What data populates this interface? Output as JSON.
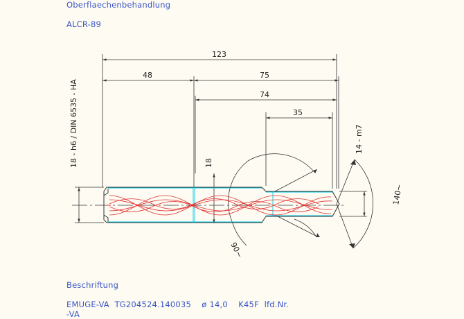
{
  "header": {
    "title": "Oberflaechenbehandlung",
    "coating": "ALCR-89"
  },
  "dimensions": {
    "overall_length": "123",
    "shank_length": "48",
    "flute_length": "75",
    "flute_length_2": "74",
    "tip_length": "35",
    "shank_diameter_tol": "18 - h6 / DIN 6535 - HA",
    "neck_diameter": "18",
    "cutting_diameter_tol": "14 - m7",
    "helix_angle": "90~",
    "point_angle": "140~"
  },
  "footer": {
    "label": "Beschriftung",
    "line1": "EMUGE-VA  TG204524.140035    ø 14,0    K45F  lfd.Nr.",
    "line2": "-VA"
  },
  "colors": {
    "text_blue": "#3a55c8",
    "outline": "#333333",
    "cyan": "#00c8e6",
    "flute_red": "#e03030"
  }
}
